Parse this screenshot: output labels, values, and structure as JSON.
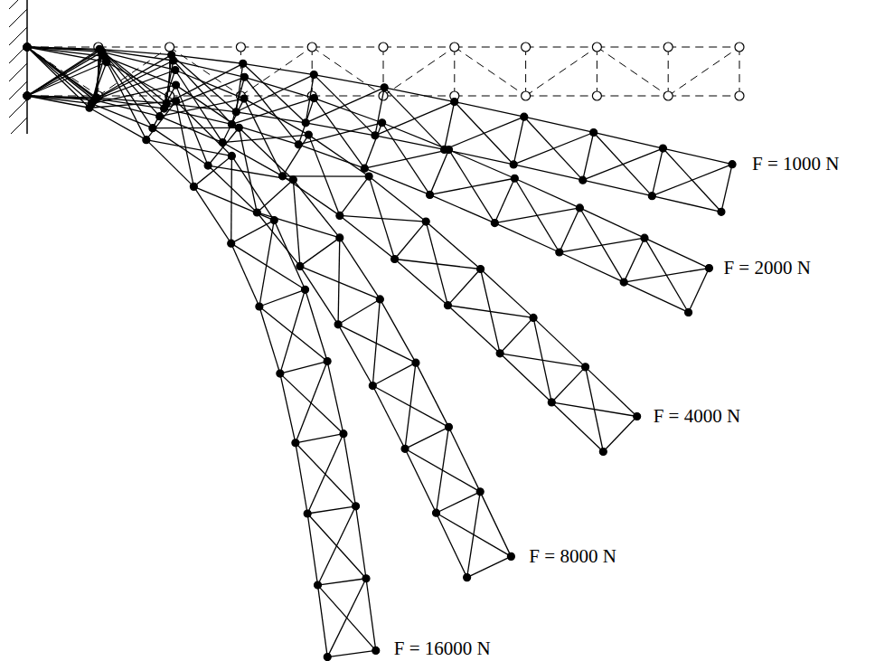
{
  "diagram": {
    "labels": [
      "F = 1000 N",
      "F = 2000 N",
      "F = 4000 N",
      "F = 8000 N",
      "F = 16000 N"
    ]
  }
}
